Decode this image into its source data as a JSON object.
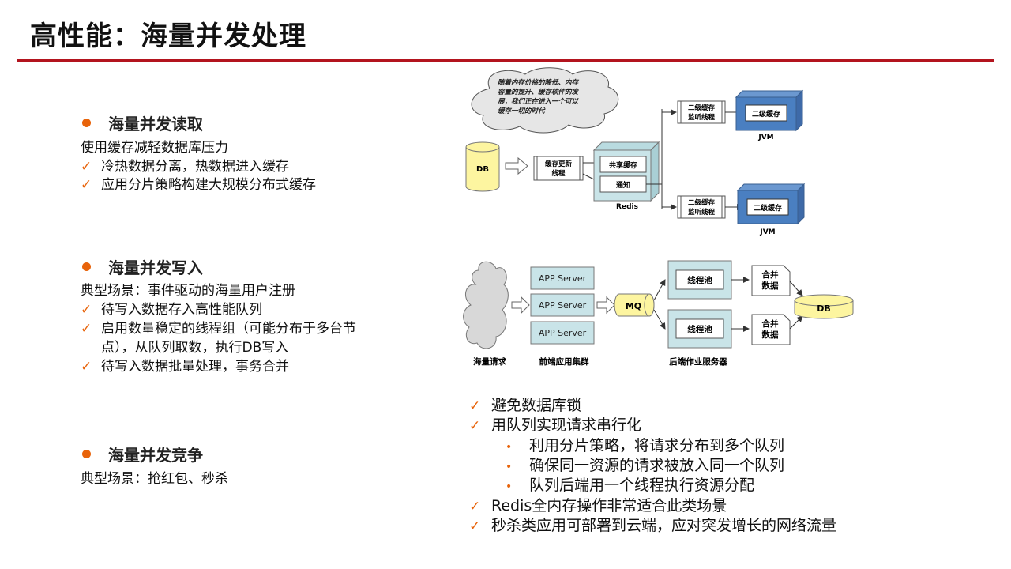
{
  "title": "高性能：海量并发处理",
  "sections": [
    {
      "heading": "海量并发读取",
      "intro": "使用缓存减轻数据库压力",
      "checks": [
        "冷热数据分离，热数据进入缓存",
        "应用分片策略构建大规模分布式缓存"
      ]
    },
    {
      "heading": "海量并发写入",
      "intro": "典型场景：事件驱动的海量用户注册",
      "checks": [
        "待写入数据存入高性能队列",
        "启用数量稳定的线程组（可能分布于多台节",
        "待写入数据批量处理，事务合并"
      ],
      "check2_cont": "点），从队列取数，执行DB写入"
    },
    {
      "heading": "海量并发竞争",
      "intro": "典型场景：抢红包、秒杀"
    }
  ],
  "cache_diagram": {
    "cloud_line1": "随着内存价格的降低、内存",
    "cloud_line2": "容量的提升、缓存软件的发",
    "cloud_line3": "展，我们正在进入一个可以",
    "cloud_line4": "缓存一切的时代",
    "db": "DB",
    "updater_line1": "缓存更新",
    "updater_line2": "线程",
    "shared_cache": "共享缓存",
    "notify": "通知",
    "redis": "Redis",
    "listener_line1": "二级缓存",
    "listener_line2": "监听线程",
    "l2cache": "二级缓存",
    "jvm": "JVM"
  },
  "queue_diagram": {
    "app_server": "APP Server",
    "mq": "MQ",
    "pool": "线程池",
    "merge_line1": "合并",
    "merge_line2": "数据",
    "db": "DB",
    "caption_requests": "海量请求",
    "caption_frontend": "前端应用集群",
    "caption_backend": "后端作业服务器"
  },
  "right_list": {
    "check1": "避免数据库锁",
    "check2": "用队列实现请求串行化",
    "bullets": [
      "利用分片策略，将请求分布到多个队列",
      "确保同一资源的请求被放入同一个队列",
      "队列后端用一个线程执行资源分配"
    ],
    "check3": "Redis全内存操作非常适合此类场景",
    "check4": "秒杀类应用可部署到云端，应对突发增长的网络流量"
  },
  "colors": {
    "accent": "#e8630a",
    "rule": "#b3141e",
    "cache_box": "#c9e4e8",
    "jvm_box": "#4a7fc1",
    "db_yellow": "#fdf5a0"
  }
}
